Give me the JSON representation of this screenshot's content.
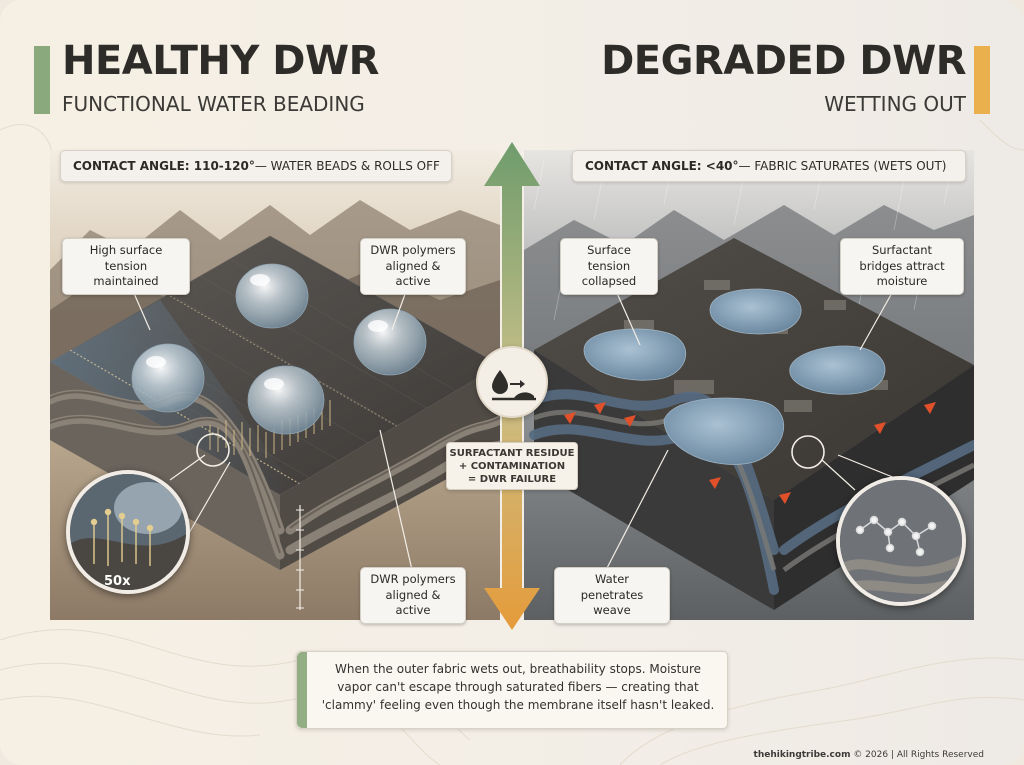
{
  "left": {
    "title": "HEALTHY DWR",
    "subtitle": "FUNCTIONAL WATER BEADING",
    "banner_bold": "CONTACT ANGLE: 110-120°",
    "banner_rest": " — WATER BEADS & ROLLS OFF",
    "accent_color": "#8aaa7e",
    "callouts": [
      "High surface tension maintained",
      "DWR polymers aligned & active",
      "DWR polymers aligned & active"
    ],
    "magnification": "50x"
  },
  "right": {
    "title": "DEGRADED DWR",
    "subtitle": "WETTING OUT",
    "banner_bold": "CONTACT ANGLE: <40°",
    "banner_rest": " — FABRIC SATURATES (WETS OUT)",
    "accent_color": "#eab04e",
    "callouts": [
      "Surface tension collapsed",
      "Surfactant bridges attract moisture",
      "Water penetrates weave"
    ]
  },
  "center": {
    "icon": "water-drop-on-surface-icon",
    "lines": [
      "SURFACTANT RESIDUE",
      "+ CONTAMINATION",
      "= DWR FAILURE"
    ]
  },
  "note": {
    "text": "When the outer fabric wets out, breathability stops. Moisture vapor can't escape through saturated fibers — creating that 'clammy' feeling even though the membrane itself hasn't leaked."
  },
  "footer": {
    "site": "thehikingtribe.com",
    "rest": " © 2026 | All Rights Reserved"
  }
}
